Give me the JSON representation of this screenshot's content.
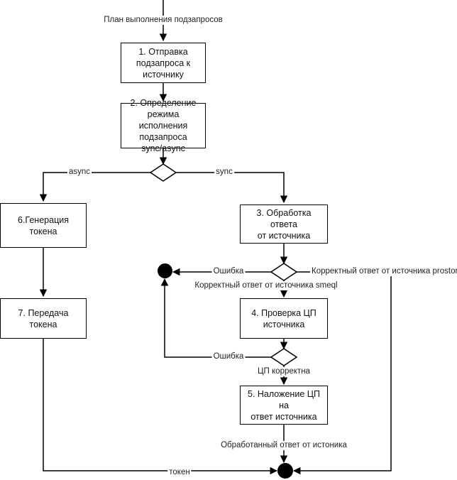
{
  "diagram": {
    "title_label": "План выполнения подзапросов",
    "type": "flowchart",
    "language": "ru",
    "colors": {
      "stroke": "#000000",
      "fill": "#ffffff",
      "text": "#111111",
      "terminator": "#000000"
    },
    "nodes": [
      {
        "id": "n1",
        "shape": "process",
        "label": "1. Отправка\nподзапроса к\nисточнику"
      },
      {
        "id": "n2",
        "shape": "process",
        "label": "2. Определение\nрежима исполнения\nподзапроса\nsync/async"
      },
      {
        "id": "n6",
        "shape": "process",
        "label": "6.Генерация токена"
      },
      {
        "id": "n7",
        "shape": "process",
        "label": "7. Передача токена"
      },
      {
        "id": "n3",
        "shape": "process",
        "label": "3. Обработка ответа\nот источника"
      },
      {
        "id": "n4",
        "shape": "process",
        "label": "4. Проверка ЦП\nисточника"
      },
      {
        "id": "n5",
        "shape": "process",
        "label": "5. Наложение ЦП на\nответ источника"
      },
      {
        "id": "d1",
        "shape": "decision",
        "label": ""
      },
      {
        "id": "d2",
        "shape": "decision",
        "label": ""
      },
      {
        "id": "d3",
        "shape": "decision",
        "label": ""
      },
      {
        "id": "t1",
        "shape": "terminator",
        "label": ""
      },
      {
        "id": "t2",
        "shape": "terminator",
        "label": ""
      }
    ],
    "edge_labels": {
      "async": "async",
      "sync": "sync",
      "error_top": "Ошибка",
      "correct_prostore": "Корректный ответ от источника prostore",
      "correct_smeql": "Корректный ответ от источника smeql",
      "error_mid": "Ошибка",
      "cp_ok": "ЦП корректна",
      "processed_answer": "Обработанный ответ от истоника",
      "token": "токен"
    }
  }
}
